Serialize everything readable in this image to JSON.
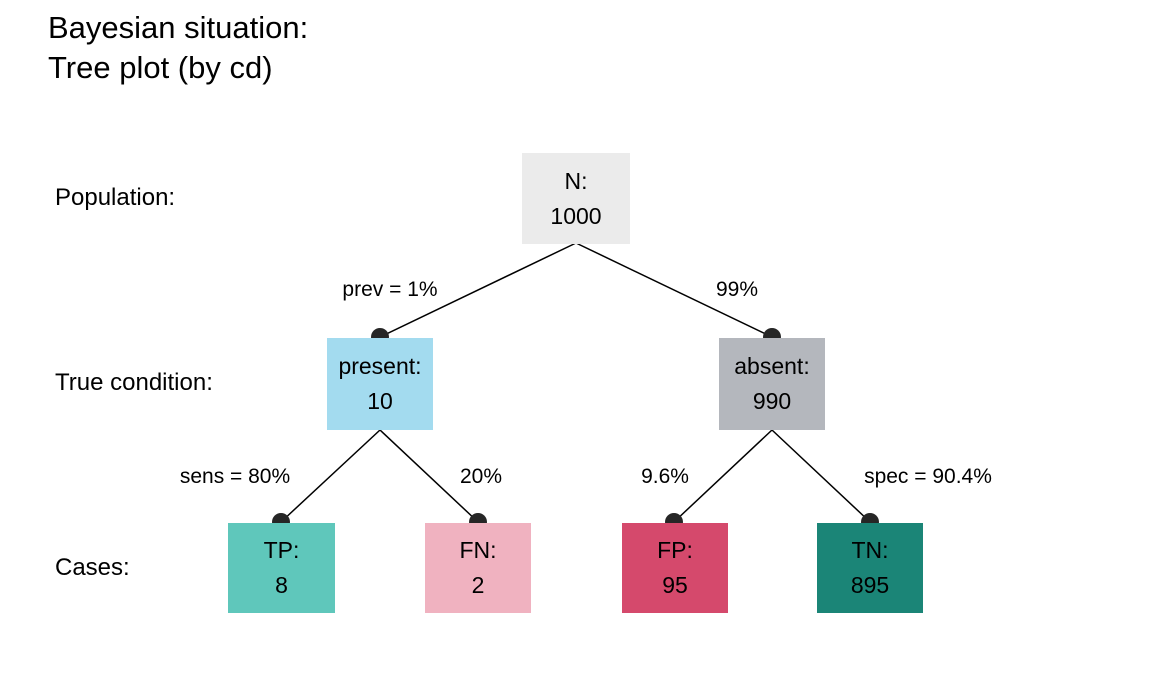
{
  "title": {
    "line1": "Bayesian situation:",
    "line2": "Tree plot (by cd)"
  },
  "row_labels": {
    "population": "Population:",
    "true_condition": "True condition:",
    "cases": "Cases:"
  },
  "tree": {
    "nodes": {
      "root": {
        "label": "N:",
        "value": "1000",
        "color": "#EBEBEB"
      },
      "present": {
        "label": "present:",
        "value": "10",
        "color": "#A3DBEF"
      },
      "absent": {
        "label": "absent:",
        "value": "990",
        "color": "#B4B7BD"
      },
      "tp": {
        "label": "TP:",
        "value": "8",
        "color": "#5FC7BB"
      },
      "fn": {
        "label": "FN:",
        "value": "2",
        "color": "#F0B2C0"
      },
      "fp": {
        "label": "FP:",
        "value": "95",
        "color": "#D5496C"
      },
      "tn": {
        "label": "TN:",
        "value": "895",
        "color": "#1B8577"
      }
    },
    "edges": {
      "root_present": "prev = 1%",
      "root_absent": "99%",
      "present_tp": "sens = 80%",
      "present_fn": "20%",
      "absent_fp": "9.6%",
      "absent_tn": "spec = 90.4%"
    }
  },
  "colors": {
    "background": "#FFFFFF",
    "line": "#000000",
    "anchor_dot": "#262626",
    "text": "#000000"
  }
}
